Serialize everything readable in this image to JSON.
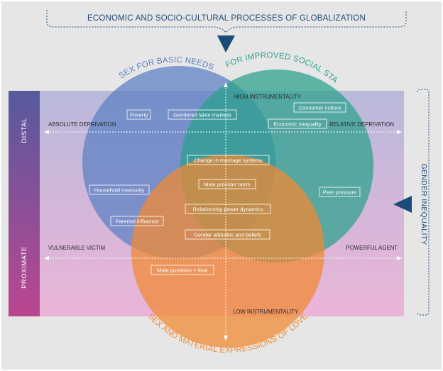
{
  "header": {
    "title": "ECONOMIC AND SOCIO-CULTURAL PROCESSES OF GLOBALIZATION"
  },
  "right_bracket": {
    "label": "GENDER INEQUALITY"
  },
  "left_bar": {
    "top_label": "DISTAL",
    "bottom_label": "PROXIMATE"
  },
  "circles": {
    "basic_needs": {
      "title": "SEX FOR BASIC NEEDS",
      "color": "#5a7fbf"
    },
    "social_status": {
      "title": "SEX FOR IMPROVED SOCIAL STATUS",
      "color": "#2ea38e"
    },
    "love": {
      "title": "SEX AND MATERIAL EXPRESSIONS OF LOVE",
      "color": "#f08a30"
    }
  },
  "axes": {
    "top": "HIGH INSTRUMENTALITY",
    "bottom": "LOW INSTRUMENTALITY",
    "upper_left": "ABSOLUTE DEPRIVATION",
    "upper_right": "RELATIVE DEPRIVATION",
    "lower_left": "VULNERABLE VICTIM",
    "lower_right": "POWERFUL AGENT"
  },
  "factors": {
    "poverty": "Poverty",
    "gendered_labor": "Gendered labor markets",
    "consumer_culture": "Consumer culture",
    "economic_inequality": "Economic inequality",
    "marriage_structures": "Change in marriage systems",
    "household_insecurity": "Household insecurity",
    "male_provider": "Male provider norm",
    "peer_pressure": "Peer pressure",
    "power_dynamics": "Relationship power dynamics",
    "parental_influence": "Parental influence",
    "gender_attitudes": "Gender attitudes and beliefs",
    "male_provision_love": "Male provision = love"
  },
  "colors": {
    "band_top": "#b9b9d9",
    "band_bottom": "#e9b3d6",
    "bar_top": "#565a9d",
    "bar_bottom": "#b8478f",
    "accent_navy": "#1f4a78"
  }
}
